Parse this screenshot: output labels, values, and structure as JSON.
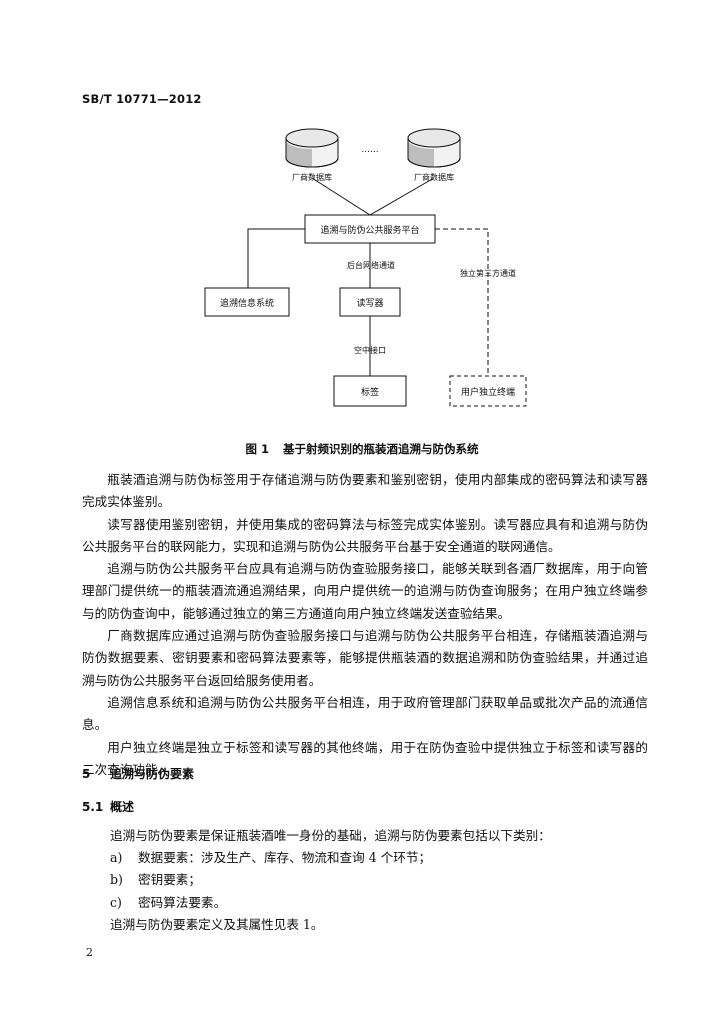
{
  "header": {
    "standard_id": "SB/T 10771—2012"
  },
  "figure": {
    "db_left": "厂商数据库",
    "db_right": "厂商数据库",
    "ellipsis": "......",
    "platform": "追溯与防伪公共服务平台",
    "backend_channel": "后台网络通道",
    "third_party_channel": "独立第三方通道",
    "trace_system": "追溯信息系统",
    "reader": "读写器",
    "air_interface": "空中接口",
    "tag": "标签",
    "user_terminal": "用户独立终端",
    "caption_number": "图 1",
    "caption_title": "基于射频识别的瓶装酒追溯与防伪系统"
  },
  "paragraphs": [
    "瓶装酒追溯与防伪标签用于存储追溯与防伪要素和鉴别密钥，使用内部集成的密码算法和读写器完成实体鉴别。",
    "读写器使用鉴别密钥，并使用集成的密码算法与标签完成实体鉴别。读写器应具有和追溯与防伪公共服务平台的联网能力，实现和追溯与防伪公共服务平台基于安全通道的联网通信。",
    "追溯与防伪公共服务平台应具有追溯与防伪查验服务接口，能够关联到各酒厂数据库，用于向管理部门提供统一的瓶装酒流通追溯结果，向用户提供统一的追溯与防伪查询服务；在用户独立终端参与的防伪查询中，能够通过独立的第三方通道向用户独立终端发送查验结果。",
    "厂商数据库应通过追溯与防伪查验服务接口与追溯与防伪公共服务平台相连，存储瓶装酒追溯与防伪数据要素、密钥要素和密码算法要素等，能够提供瓶装酒的数据追溯和防伪查验结果，并通过追溯与防伪公共服务平台返回给服务使用者。",
    "追溯信息系统和追溯与防伪公共服务平台相连，用于政府管理部门获取单品或批次产品的流通信息。",
    "用户独立终端是独立于标签和读写器的其他终端，用于在防伪查验中提供独立于标签和读写器的二次查询功能。"
  ],
  "section5": {
    "number": "5",
    "title": "追溯与防伪要素"
  },
  "section51": {
    "number": "5.1",
    "title": "概述"
  },
  "overview": {
    "intro": "追溯与防伪要素是保证瓶装酒唯一身份的基础，追溯与防伪要素包括以下类别：",
    "items": [
      {
        "label": "a)",
        "text": "数据要素：涉及生产、库存、物流和查询 4 个环节；"
      },
      {
        "label": "b)",
        "text": "密钥要素；"
      },
      {
        "label": "c)",
        "text": "密码算法要素。"
      }
    ],
    "outro": "追溯与防伪要素定义及其属性见表 1。"
  },
  "page_number": "2"
}
